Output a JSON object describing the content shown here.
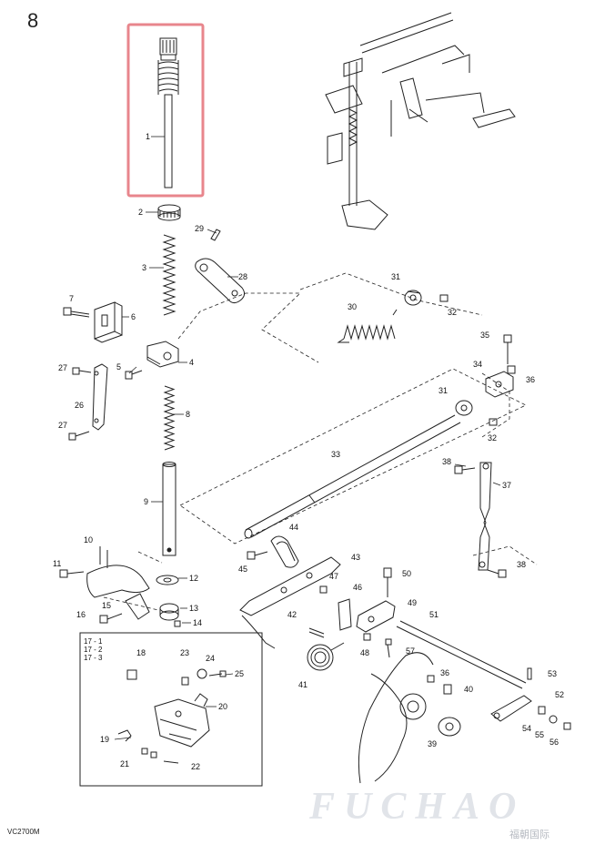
{
  "page_number": "8",
  "model_code": "VC2700M",
  "watermark": {
    "text": "FUCHAO",
    "subtitle": "福朝国际"
  },
  "highlight_color": "#e8868c",
  "sub_assembly_labels": [
    "17 - 1",
    "17 - 2",
    "17 - 3"
  ],
  "part_labels": {
    "p1": "1",
    "p2": "2",
    "p3": "3",
    "p4": "4",
    "p5": "5",
    "p6": "6",
    "p7": "7",
    "p8": "8",
    "p9": "9",
    "p10": "10",
    "p11": "11",
    "p12": "12",
    "p13": "13",
    "p14": "14",
    "p15": "15",
    "p16": "16",
    "p18": "18",
    "p19": "19",
    "p20": "20",
    "p21": "21",
    "p22": "22",
    "p23": "23",
    "p24": "24",
    "p25": "25",
    "p26": "26",
    "p27a": "27",
    "p27b": "27",
    "p28": "28",
    "p29": "29",
    "p30": "30",
    "p31a": "31",
    "p31b": "31",
    "p32a": "32",
    "p32b": "32",
    "p33": "33",
    "p34": "34",
    "p35": "35",
    "p36a": "36",
    "p36b": "36",
    "p37": "37",
    "p38a": "38",
    "p38b": "38",
    "p39": "39",
    "p40": "40",
    "p41": "41",
    "p42": "42",
    "p43": "43",
    "p44": "44",
    "p45": "45",
    "p46": "46",
    "p47": "47",
    "p48": "48",
    "p49": "49",
    "p50": "50",
    "p51": "51",
    "p52": "52",
    "p53": "53",
    "p54": "54",
    "p55": "55",
    "p56": "56",
    "p57": "57"
  }
}
